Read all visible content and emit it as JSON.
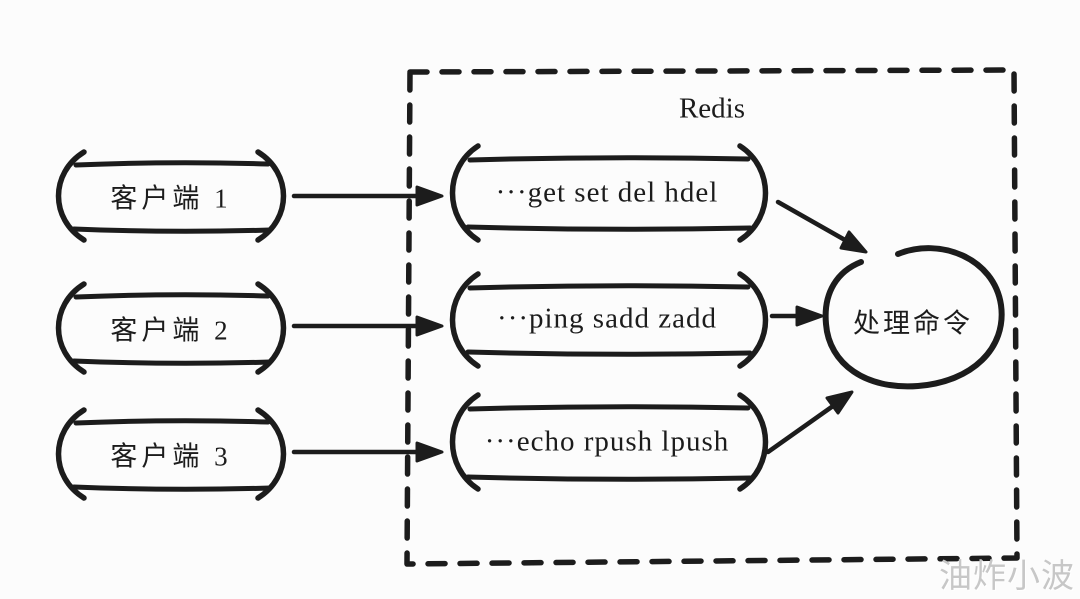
{
  "redis": {
    "label": "Redis"
  },
  "clients": [
    {
      "label": "客户端 1"
    },
    {
      "label": "客户端 2"
    },
    {
      "label": "客户端 3"
    }
  ],
  "queues": [
    {
      "label": "···get set del hdel"
    },
    {
      "label": "···ping sadd zadd"
    },
    {
      "label": "···echo rpush lpush"
    }
  ],
  "processor": {
    "label": "处理命令"
  },
  "watermark": {
    "label": "油炸小波"
  },
  "colors": {
    "ink": "#1c1c1c",
    "background": "#fcfcfc",
    "watermark": "#c7c7c7"
  }
}
